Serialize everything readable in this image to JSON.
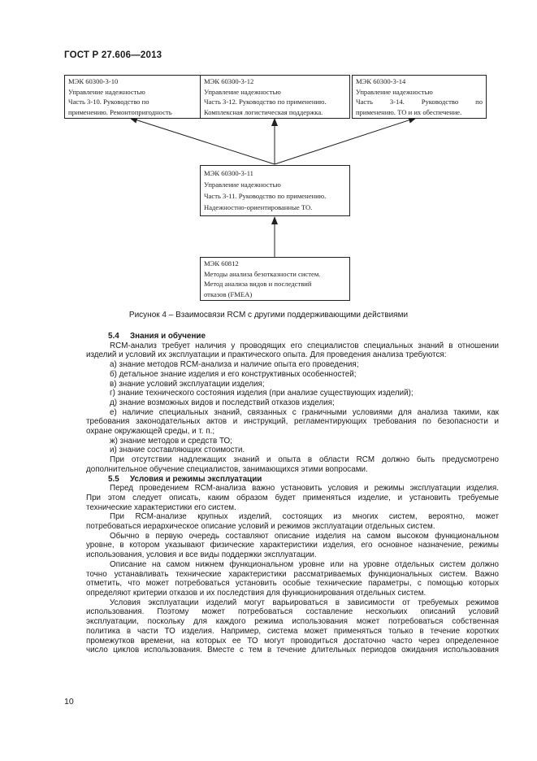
{
  "header": {
    "title": "ГОСТ Р 27.606—2013"
  },
  "figure": {
    "boxes": {
      "b1": {
        "lines": [
          "МЭК 60300-3-10",
          "Управление надежностью",
          "Часть 3-10. Руководство по",
          "применению. Ремонтопригодность"
        ]
      },
      "b2": {
        "lines": [
          "МЭК 60300-3-12",
          "Управление надежностью",
          "Часть 3-12. Руководство по применению.",
          "Комплексная логистическая поддержка."
        ]
      },
      "b3": {
        "lines": [
          "МЭК 60300-3-14",
          "Управление надежностью",
          "Часть 3-14. Руководство по",
          "применению. ТО и их обеспечение."
        ]
      },
      "b4": {
        "lines": [
          "МЭК 60300-3-11",
          "Управление надежностью",
          "Часть 3-11. Руководство по применению.",
          "Надежностно-ориентированные ТО."
        ]
      },
      "b5": {
        "lines": [
          "МЭК 60812",
          "Методы анализа безотказности систем.",
          "Метод анализа видов и последствий",
          "отказов (FMEA)"
        ]
      }
    },
    "caption": "Рисунок 4 – Взаимосвязи RCM с другими поддерживающими действиями"
  },
  "body": {
    "s54": {
      "number": "5.4",
      "title": "Знания и обучение",
      "intro_a": "RCM-анализ требует наличия у проводящих его специалистов специальных знаний в отношении",
      "intro_b": "изделий и условий их эксплуатации и практического опыта. Для проведения анализа требуются:",
      "item_a": "а) знание методов RCM-анализа и наличие опыта его проведения;",
      "item_b": "б) детальное знание изделия и его конструктивных особенностей;",
      "item_c": "в) знание условий эксплуатации изделия;",
      "item_g": "г) знание технического состояния изделия (при анализе существующих изделий);",
      "item_d": "д) знание возможных видов и последствий отказов изделия;",
      "item_e1": "е) наличие специальных знаний, связанных с граничными условиями для анализа такими, как",
      "item_e2": "требования законодательных актов и инструкций, регламентирующих требования по безопасности и",
      "item_e3": "охране окружающей среды, и т. п.;",
      "item_zh": "ж) знание методов и средств ТО;",
      "item_i": "и) знание составляющих стоимости.",
      "closing_a": "При отсутствии надлежащих знаний и опыта в области RCM должно быть предусмотрено",
      "closing_b": "дополнительное обучение специалистов, занимающихся этими вопросами."
    },
    "s55": {
      "number": "5.5",
      "title": "Условия и режимы эксплуатации",
      "p1a": "Перед проведением RCM-анализа важно установить условия и режимы эксплуатации изделия.",
      "p1b": "При этом следует описать, каким образом будет применяться изделие, и установить требуемые",
      "p1c": "технические характеристики его систем.",
      "p2a": "При RCM-анализе крупных изделий, состоящих из многих систем, вероятно, может",
      "p2b": "потребоваться иерархическое описание условий и режимов эксплуатации отдельных систем.",
      "p3a": "Обычно в первую очередь составляют описание изделия на самом высоком функциональном",
      "p3b": "уровне, в котором указывают физические характеристики изделия, его основное назначение, режимы",
      "p3c": "использования, условия и все виды поддержки эксплуатации.",
      "p4a": "Описание на самом нижнем функциональном уровне или на уровне отдельных систем должно",
      "p4b": "точно устанавливать технические характеристики рассматриваемых функциональных систем. Важно",
      "p4c": "отметить, что может потребоваться установить особые технические параметры, с помощью которых",
      "p4d": "определяют критерии отказов и их последствия для функционирования отдельных систем.",
      "p5a": "Условия эксплуатации изделий могут варьироваться в зависимости от требуемых режимов",
      "p5b": "использования. Поэтому может потребоваться составление нескольких описаний условий",
      "p5c": "эксплуатации, поскольку для каждого режима использования может потребоваться собственная",
      "p5d": "политика в части ТО изделия. Например, система может применяться только в течение коротких",
      "p5e": "промежутков времени, на которых ее ТО могут проводиться достаточно часто через определенное",
      "p5f": "число циклов использования. Вместе с тем в течение длительных периодов ожидания использования"
    }
  },
  "footer": {
    "page_number": "10"
  }
}
